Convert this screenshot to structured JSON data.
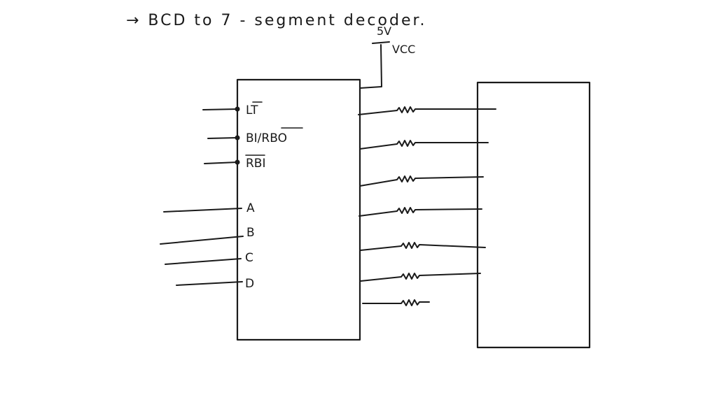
{
  "title": "→  BCD to 7 - segment decoder.",
  "supply": {
    "voltage": "5V",
    "rail": "VCC"
  },
  "decoder": {
    "control_pins": [
      "LT",
      "BI/RBO",
      "RBI"
    ],
    "input_pins": [
      "A",
      "B",
      "C",
      "D"
    ]
  }
}
